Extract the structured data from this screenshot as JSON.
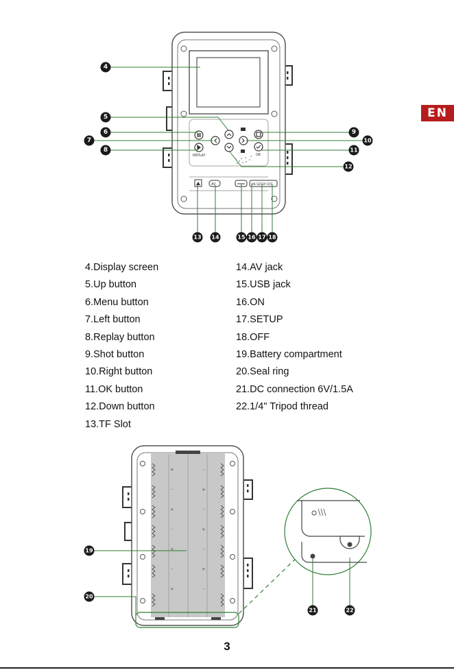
{
  "lang_tab": "EN",
  "page_number": "3",
  "colors": {
    "accent": "#b71c1c",
    "leader": "#2e7d32",
    "outline": "#555555",
    "callout": "#1a1a1a"
  },
  "callouts_top": [
    "4",
    "5",
    "6",
    "7",
    "8",
    "9",
    "10",
    "11",
    "12",
    "13",
    "14",
    "15",
    "16",
    "17",
    "18"
  ],
  "callouts_bottom": [
    "19",
    "20",
    "21",
    "22"
  ],
  "panel_labels": {
    "av": "AV",
    "replay": "REPLAY",
    "ok": "OK",
    "switch": "ON  SETUP  OFF"
  },
  "legend_left": [
    "4.Display screen",
    "5.Up button",
    "6.Menu button",
    "7.Left button",
    "8.Replay button",
    "9.Shot button",
    "10.Right button",
    "11.OK button",
    "12.Down button",
    "13.TF Slot"
  ],
  "legend_right": [
    "14.AV jack",
    "15.USB jack",
    "16.ON",
    "17.SETUP",
    "18.OFF",
    "19.Battery compartment",
    "20.Seal ring",
    "21.DC connection 6V/1.5A",
    "22.1/4\" Tripod thread"
  ]
}
